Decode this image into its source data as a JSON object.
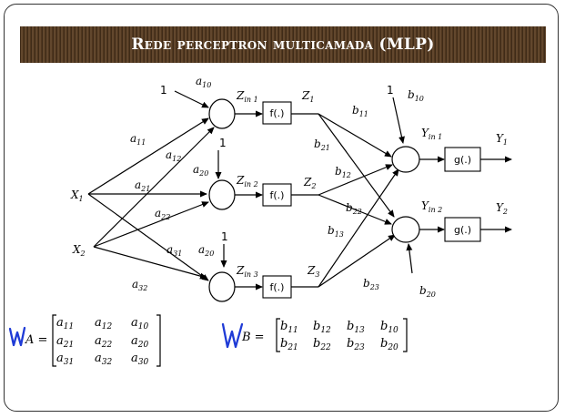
{
  "title": "Rede perceptron multicamada (MLP)",
  "one": "1",
  "f_box": "f(.)",
  "g_box": "g(.)",
  "inputs": {
    "x1": "X",
    "x1_sub": "1",
    "x2": "X",
    "x2_sub": "2"
  },
  "outputs": {
    "y1": "Y",
    "y1_sub": "1",
    "y2": "Y",
    "y2_sub": "2"
  },
  "hidden": {
    "zin1": "Z",
    "zin1_sub": "in 1",
    "zin2": "Z",
    "zin2_sub": "in 2",
    "zin3": "Z",
    "zin3_sub": "in 3",
    "z1": "Z",
    "z1_sub": "1",
    "z2": "Z",
    "z2_sub": "2",
    "z3": "Z",
    "z3_sub": "3",
    "yin1": "Y",
    "yin1_sub": "in 1",
    "yin2": "Y",
    "yin2_sub": "in 2"
  },
  "weights_a": {
    "a10": "10",
    "a11": "11",
    "a12": "12",
    "a20": "20",
    "a21": "21",
    "a22": "22",
    "a31": "31",
    "a20b": "20",
    "a32": "32"
  },
  "weights_b": {
    "b10": "10",
    "b11": "11",
    "b21": "21",
    "b12": "12",
    "b22": "22",
    "b13": "13",
    "b23": "23",
    "b20": "20"
  },
  "a_letter": "a",
  "b_letter": "b",
  "matrix_A": {
    "lhs": "A =",
    "rows": [
      [
        "11",
        "12",
        "10"
      ],
      [
        "21",
        "22",
        "20"
      ],
      [
        "31",
        "32",
        "30"
      ]
    ]
  },
  "matrix_B": {
    "lhs": "B =",
    "rows": [
      [
        "11",
        "12",
        "13",
        "10"
      ],
      [
        "21",
        "22",
        "23",
        "20"
      ]
    ]
  },
  "colors": {
    "pen": "#1f3bd6",
    "title_bg": "#5a3d22"
  }
}
